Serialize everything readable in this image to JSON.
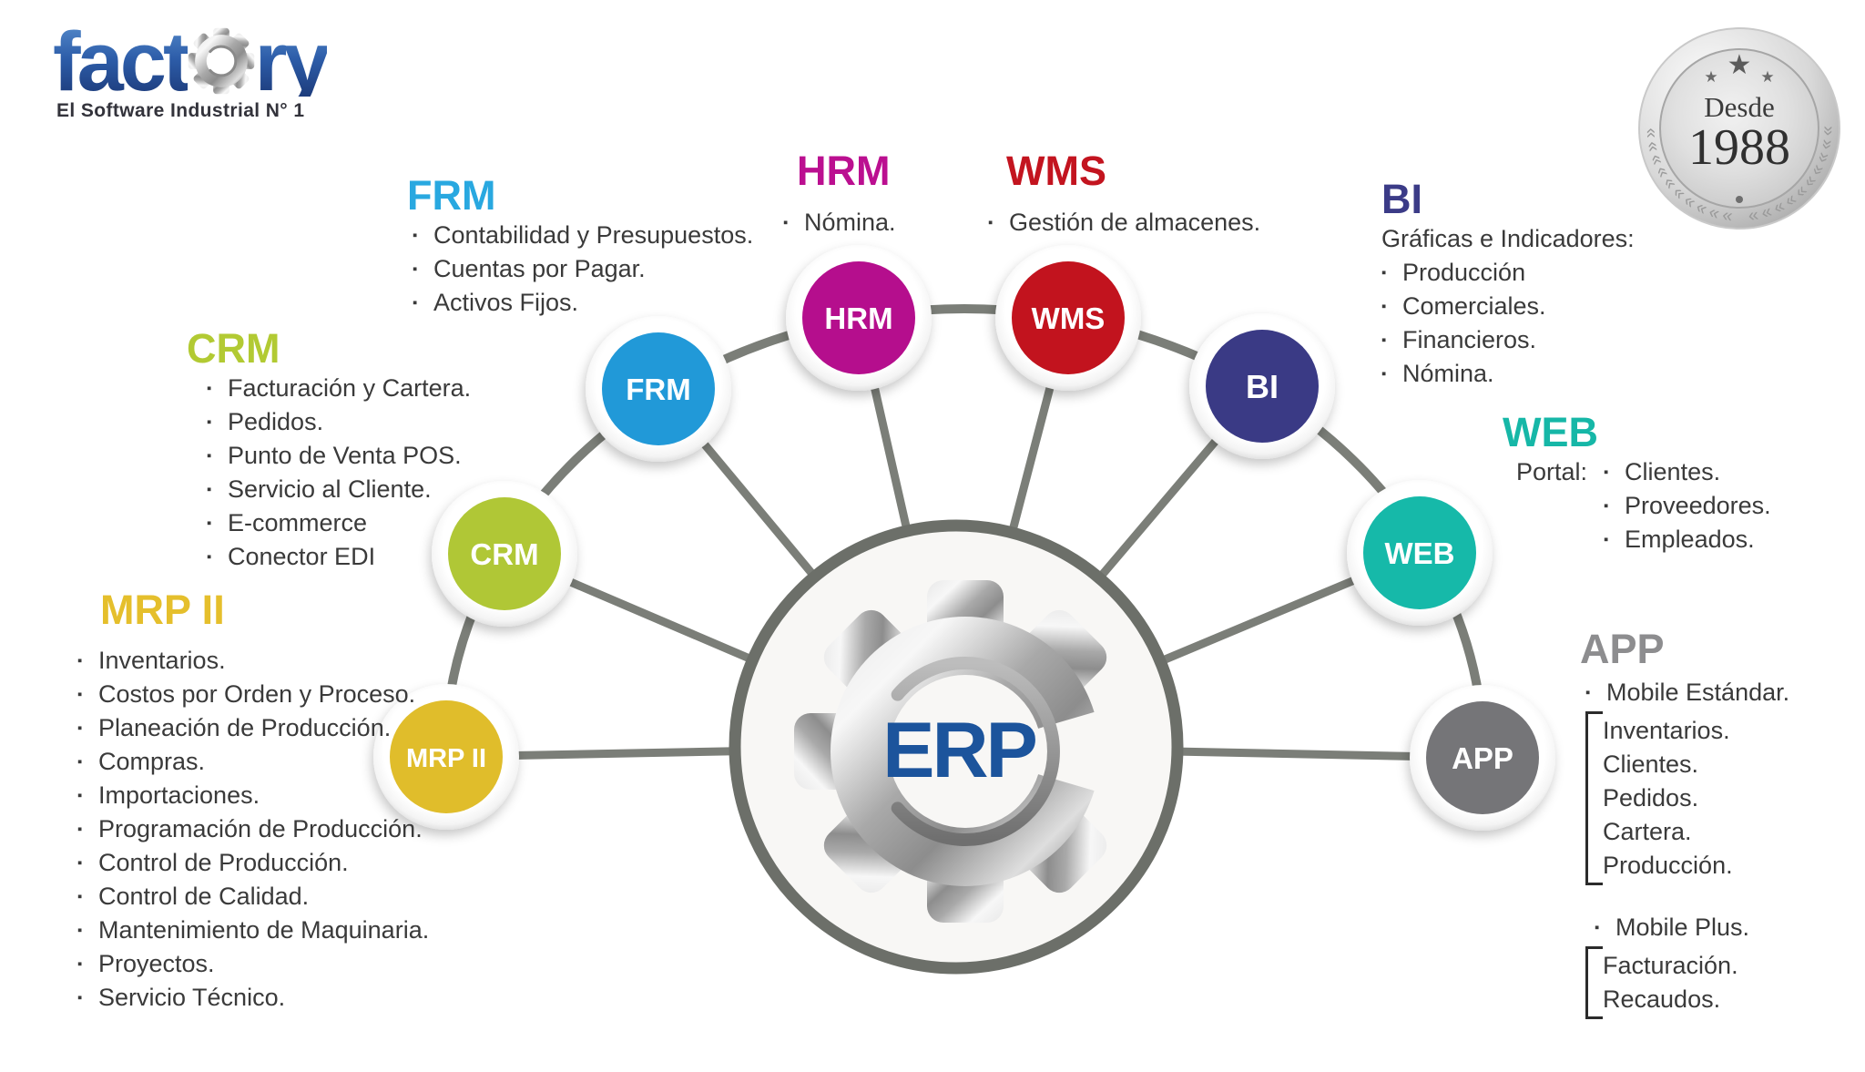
{
  "logo": {
    "word_left": "fact",
    "word_right": "ry",
    "tagline": "El Software Industrial N° 1",
    "gradient_top": "#4f84c6",
    "gradient_bottom": "#1d3c7c"
  },
  "badge": {
    "line1": "Desde",
    "year": "1988",
    "star": "★",
    "laurel": "»»»»»»»»»»",
    "metal_color": "#c6c6c6"
  },
  "center": {
    "label": "ERP",
    "label_color": "#1c549c",
    "ring_color": "#6c6f69"
  },
  "connector_color": "#7b7e78",
  "text_color": "#3a3a3a",
  "modules": [
    {
      "id": "mrp2",
      "name": "MRP II",
      "header_color": "#e5bf2c",
      "circle_color": "#e0bd2b",
      "items": [
        "Inventarios.",
        "Costos por Orden y Proceso.",
        "Planeación de Producción.",
        "Compras.",
        "Importaciones.",
        "Programación de Producción.",
        "Control de Producción.",
        "Control de Calidad.",
        "Mantenimiento de Maquinaria.",
        "Proyectos.",
        "Servicio Técnico."
      ]
    },
    {
      "id": "crm",
      "name": "CRM",
      "header_color": "#b2ca33",
      "circle_color": "#b0c736",
      "items": [
        "Facturación y Cartera.",
        "Pedidos.",
        "Punto de Venta POS.",
        "Servicio al Cliente.",
        "E-commerce",
        "Conector EDI"
      ]
    },
    {
      "id": "frm",
      "name": "FRM",
      "header_color": "#29a8e0",
      "circle_color": "#2199d8",
      "items": [
        "Contabilidad y Presupuestos.",
        "Cuentas por Pagar.",
        "Activos Fijos."
      ]
    },
    {
      "id": "hrm",
      "name": "HRM",
      "header_color": "#bb0f90",
      "circle_color": "#b50e8d",
      "items": [
        "Nómina."
      ]
    },
    {
      "id": "wms",
      "name": "WMS",
      "header_color": "#c3141f",
      "circle_color": "#c2131e",
      "items": [
        "Gestión de almacenes."
      ]
    },
    {
      "id": "bi",
      "name": "BI",
      "header_color": "#3b3b87",
      "circle_color": "#3a3a85",
      "intro": "Gráficas e Indicadores:",
      "items": [
        "Producción",
        "Comerciales.",
        "Financieros.",
        "Nómina."
      ]
    },
    {
      "id": "web",
      "name": "WEB",
      "header_color": "#16b7a7",
      "circle_color": "#16b9a9",
      "prefix": "Portal:",
      "items": [
        "Clientes.",
        "Proveedores.",
        "Empleados."
      ]
    },
    {
      "id": "app",
      "name": "APP",
      "header_color": "#8d8d8f",
      "circle_color": "#757578",
      "groups": [
        {
          "title": "Mobile Estándar.",
          "items": [
            "Inventarios.",
            "Clientes.",
            "Pedidos.",
            "Cartera.",
            "Producción."
          ]
        },
        {
          "title": "Mobile Plus.",
          "items": [
            "Facturación.",
            "Recaudos."
          ]
        }
      ]
    }
  ]
}
